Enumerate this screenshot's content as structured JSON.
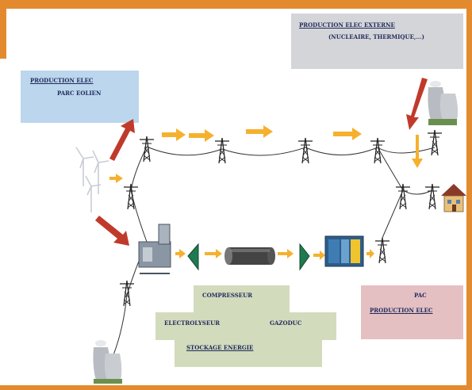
{
  "diagram": {
    "external_production": {
      "title": "PRODUCTION  ELEC  EXTERNE",
      "subtitle": "(NUCLEAIRE, THERMIQUE,...)"
    },
    "wind_production": {
      "title": "PRODUCTION  ELEC",
      "subtitle": "PARC EOLIEN"
    },
    "fuel_cell": {
      "title": "PAC",
      "subtitle": "PRODUCTION  ELEC"
    },
    "storage": {
      "compressor": "COMPRESSEUR",
      "electrolyser": "ELECTROLYSEUR",
      "pipeline": "GAZODUC",
      "title": "STOCKAGE ENERGIE"
    }
  },
  "colors": {
    "frame": "#e38a2f",
    "flow_arrow": "#f5b12e",
    "input_arrow": "#c03a2b",
    "external_box": "#d4d5d9",
    "wind_box": "#bcd6ee",
    "pac_box": "#e4c0c3",
    "storage_box": "#d3dbbd",
    "compressor": "#1f7a4f"
  }
}
